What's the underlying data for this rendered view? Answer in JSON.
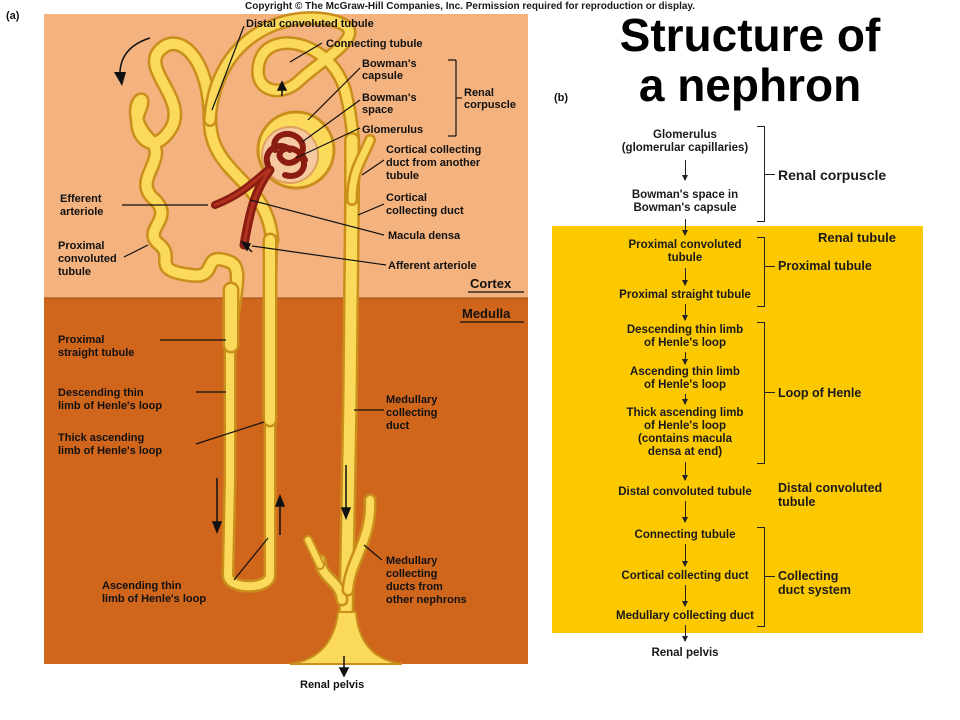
{
  "copyright": "Copyright © The McGraw-Hill Companies, Inc. Permission required for reproduction or display.",
  "title": {
    "line1": "Structure of",
    "line2": "a nephron"
  },
  "panel_a": {
    "letter": "(a)",
    "zones": {
      "cortex": "Cortex",
      "medulla": "Medulla"
    },
    "labels": {
      "distal_convoluted_tubule": "Distal convoluted tubule",
      "connecting_tubule": "Connecting tubule",
      "bowmans_capsule": [
        "Bowman's",
        "capsule"
      ],
      "bowmans_space": [
        "Bowman's",
        "space"
      ],
      "glomerulus": "Glomerulus",
      "renal_corpuscle": [
        "Renal",
        "corpuscle"
      ],
      "cortical_collecting_duct_other": [
        "Cortical collecting",
        "duct from another",
        "tubule"
      ],
      "cortical_collecting_duct": [
        "Cortical",
        "collecting duct"
      ],
      "macula_densa": "Macula densa",
      "afferent_arteriole": "Afferent arteriole",
      "efferent_arteriole": [
        "Efferent",
        "arteriole"
      ],
      "proximal_convoluted_tubule": [
        "Proximal",
        "convoluted",
        "tubule"
      ],
      "proximal_straight_tubule": [
        "Proximal",
        "straight tubule"
      ],
      "descending_thin_limb": [
        "Descending thin",
        "limb of Henle's loop"
      ],
      "thick_ascending_limb": [
        "Thick ascending",
        "limb of Henle's loop"
      ],
      "ascending_thin_limb": [
        "Ascending thin",
        "limb of Henle's loop"
      ],
      "medullary_collecting_duct": [
        "Medullary",
        "collecting",
        "duct"
      ],
      "medullary_collecting_ducts_other": [
        "Medullary",
        "collecting",
        "ducts from",
        "other nephrons"
      ],
      "renal_pelvis": "Renal pelvis"
    }
  },
  "panel_b": {
    "letter": "(b)",
    "box_title": "Renal tubule",
    "steps": {
      "glomerulus": [
        "Glomerulus",
        "(glomerular capillaries)"
      ],
      "bowmans_space": [
        "Bowman's space in",
        "Bowman's capsule"
      ],
      "pct": [
        "Proximal convoluted",
        "tubule"
      ],
      "pst": [
        "Proximal straight tubule"
      ],
      "dtl": [
        "Descending thin limb",
        "of Henle's loop"
      ],
      "atl": [
        "Ascending thin limb",
        "of Henle's loop"
      ],
      "tal": [
        "Thick ascending limb",
        "of Henle's loop",
        "(contains macula",
        "densa at end)"
      ],
      "dct": [
        "Distal convoluted tubule"
      ],
      "connecting": [
        "Connecting tubule"
      ],
      "ccd": [
        "Cortical collecting duct"
      ],
      "mcd": [
        "Medullary collecting duct"
      ],
      "pelvis": [
        "Renal pelvis"
      ]
    },
    "groups": {
      "renal_corpuscle": [
        "Renal corpuscle"
      ],
      "proximal_tubule": [
        "Proximal  tubule"
      ],
      "loop_of_henle": [
        "Loop of Henle"
      ],
      "distal_convoluted_tubule": [
        "Distal convoluted",
        "tubule"
      ],
      "collecting_duct_system": [
        "Collecting",
        "duct system"
      ]
    }
  },
  "colors": {
    "cortex": "#f4b27e",
    "medulla": "#d0651c",
    "tubule": "#f7d34f",
    "vessel": "#8a1c12",
    "box": "#fcc800"
  }
}
